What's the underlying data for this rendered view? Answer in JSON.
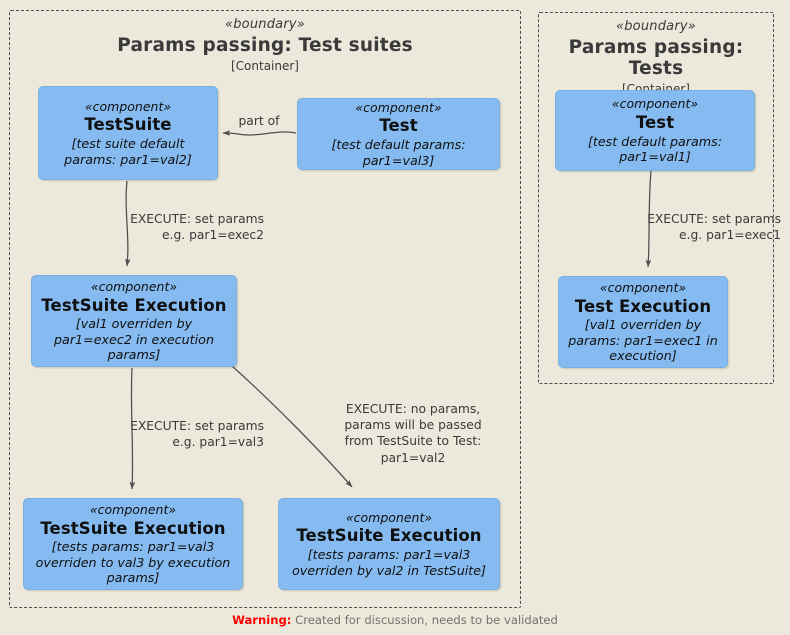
{
  "diagram": {
    "background_color": "#ECE8DB",
    "component_color": "#85BBF0",
    "warning_color": "#FF0000"
  },
  "boundaries": [
    {
      "id": "suites",
      "stereotype": "«boundary»",
      "title": "Params passing: Test suites",
      "subtitle": "[Container]"
    },
    {
      "id": "tests",
      "stereotype": "«boundary»",
      "title": "Params passing: Tests",
      "subtitle": "[Container]"
    }
  ],
  "components": [
    {
      "id": "testsuite",
      "stereotype": "«component»",
      "name": "TestSuite",
      "note": "[test suite default params: par1=val2]"
    },
    {
      "id": "test-left",
      "stereotype": "«component»",
      "name": "Test",
      "note": "[test default params: par1=val3]"
    },
    {
      "id": "testsuite-execution-mid",
      "stereotype": "«component»",
      "name": "TestSuite Execution",
      "note": "[val1 overriden by par1=exec2 in execution params]"
    },
    {
      "id": "testsuite-execution-bl",
      "stereotype": "«component»",
      "name": "TestSuite Execution",
      "note": "[tests params: par1=val3 overriden to val3 by execution params]"
    },
    {
      "id": "testsuite-execution-br",
      "stereotype": "«component»",
      "name": "TestSuite Execution",
      "note": "[tests params: par1=val3 overriden by val2 in TestSuite]"
    },
    {
      "id": "test-right",
      "stereotype": "«component»",
      "name": "Test",
      "note": "[test default params: par1=val1]"
    },
    {
      "id": "test-execution-right",
      "stereotype": "«component»",
      "name": "Test Execution",
      "note": "[val1 overriden by params: par1=exec1 in execution]"
    }
  ],
  "edges": [
    {
      "id": "part-of",
      "label": "part of",
      "from": "test-left",
      "to": "testsuite"
    },
    {
      "id": "exec-suite",
      "label": "EXECUTE: set params\ne.g. par1=exec2",
      "from": "testsuite",
      "to": "testsuite-execution-mid"
    },
    {
      "id": "exec-val3",
      "label": "EXECUTE: set params\ne.g. par1=val3",
      "from": "testsuite-execution-mid",
      "to": "testsuite-execution-bl"
    },
    {
      "id": "exec-noparams",
      "label": "EXECUTE: no params,\nparams will be passed\nfrom TestSuite to Test:\npar1=val2",
      "from": "testsuite-execution-mid",
      "to": "testsuite-execution-br"
    },
    {
      "id": "exec-test",
      "label": "EXECUTE: set params\ne.g. par1=exec1",
      "from": "test-right",
      "to": "test-execution-right"
    }
  ],
  "footer": {
    "warning_key": "Warning:",
    "warning_text": " Created for discussion, needs to be validated"
  }
}
